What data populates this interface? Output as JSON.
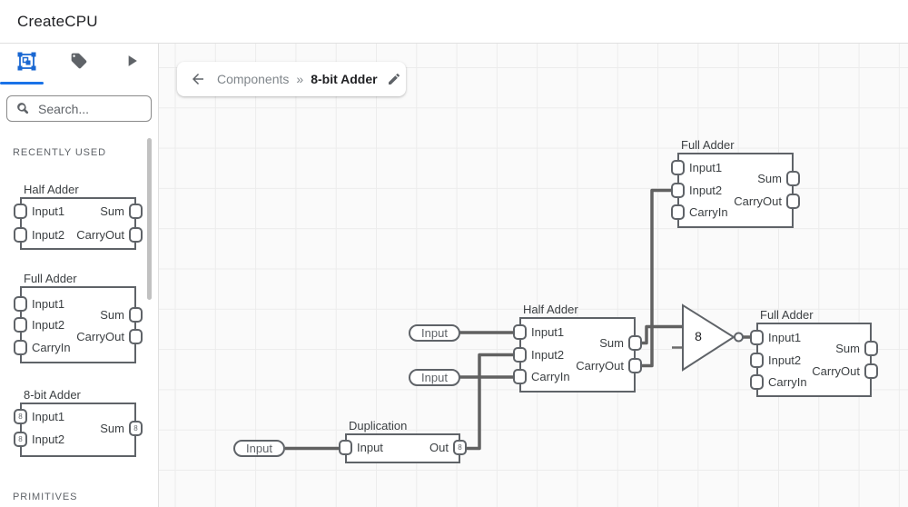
{
  "app": {
    "title": "CreateCPU"
  },
  "sidebar": {
    "tabs": [
      {
        "name": "components",
        "icon": "component-icon",
        "active": true
      },
      {
        "name": "tags",
        "icon": "tag-icon",
        "active": false
      },
      {
        "name": "simulate",
        "icon": "play-icon",
        "active": false
      }
    ],
    "search": {
      "placeholder": "Search..."
    },
    "section_recently_used": "RECENTLY USED",
    "section_primitives": "PRIMITIVES",
    "templates": [
      {
        "title": "Half Adder",
        "left_ports": [
          "Input1",
          "Input2"
        ],
        "right_ports": [
          "Sum",
          "CarryOut"
        ]
      },
      {
        "title": "Full Adder",
        "left_ports": [
          "Input1",
          "Input2",
          "CarryIn"
        ],
        "right_ports": [
          "Sum",
          "CarryOut"
        ]
      },
      {
        "title": "8-bit Adder",
        "left_ports": [
          "Input1",
          "Input2"
        ],
        "right_ports": [
          "Sum"
        ],
        "bus_width": "8"
      }
    ]
  },
  "breadcrumb": {
    "parent": "Components",
    "separator": "»",
    "current": "8-bit Adder"
  },
  "canvas": {
    "nodes": [
      {
        "title": "Full Adder",
        "left_ports": [
          "Input1",
          "Input2",
          "CarryIn"
        ],
        "right_ports": [
          "Sum",
          "CarryOut"
        ]
      },
      {
        "title": "Half Adder",
        "left_ports": [
          "Input1",
          "Input2",
          "CarryIn"
        ],
        "right_ports": [
          "Sum",
          "CarryOut"
        ]
      },
      {
        "title": "Full Adder",
        "left_ports": [
          "Input1",
          "Input2",
          "CarryIn"
        ],
        "right_ports": [
          "Sum",
          "CarryOut"
        ]
      },
      {
        "title": "Duplication",
        "left_ports": [
          "Input"
        ],
        "right_ports": [
          "Out"
        ],
        "out_width": "8"
      }
    ],
    "input_pills": [
      "Input",
      "Input",
      "Input"
    ],
    "gate": {
      "label": "8"
    }
  },
  "colors": {
    "accent_blue": "#1a73e8",
    "wire": "#616161",
    "node_border": "#5f6368",
    "canvas_bg": "#fafafa",
    "grid_line": "#ececec"
  }
}
